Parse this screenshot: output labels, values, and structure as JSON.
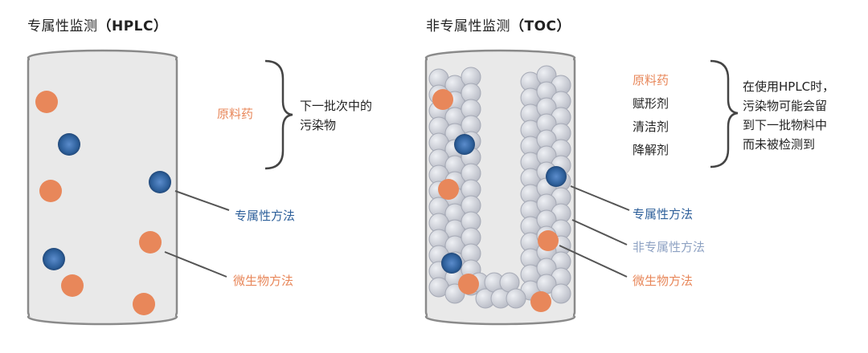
{
  "left": {
    "title_main": "专属性监测",
    "title_paren": "（HPLC）",
    "api_label": "原料药",
    "carryover_lines": [
      "下一批次中的",
      "污染物"
    ],
    "specific_method_label": "专属性方法",
    "micro_method_label": "微生物方法"
  },
  "right": {
    "title_main": "非专属性监测",
    "title_paren": "（TOC）",
    "contaminant_list": [
      "原料药",
      "赋形剂",
      "清洁剂",
      "降解剂"
    ],
    "note_lines": [
      "在使用HPLC时，",
      "污染物可能会留",
      "到下一批物料中",
      "而未被检测到"
    ],
    "specific_method_label": "专属性方法",
    "nonspecific_method_label": "非专属性方法",
    "micro_method_label": "微生物方法"
  },
  "colors": {
    "orange": "#e8875a",
    "blue": "#2d5f9a",
    "gray_particle": "#b9bcc6",
    "vessel_fill": "#e9e9e9",
    "vessel_stroke": "#8a8a8a"
  }
}
